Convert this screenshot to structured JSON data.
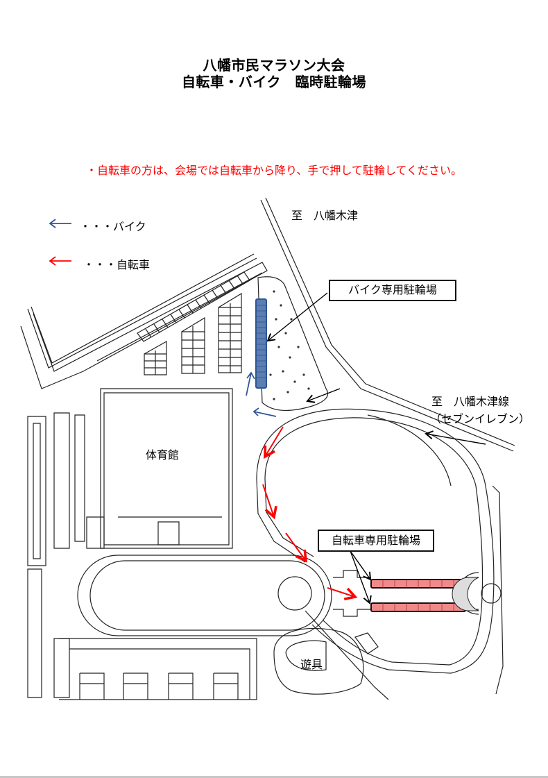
{
  "header": {
    "title_line1": "八幡市民マラソン大会",
    "title_line2": "自転車・バイク　臨時駐輪場"
  },
  "notice": "・自転車の方は、会場では自転車から降り、手で押して駐輪してください。",
  "legend": {
    "items": [
      {
        "label": "・・・バイク",
        "arrow_color": "#2f5597",
        "icon": "left-arrow-icon"
      },
      {
        "label": "・・・自転車",
        "arrow_color": "#ff0000",
        "icon": "left-arrow-icon"
      }
    ]
  },
  "map": {
    "labels": {
      "to_yawata_kizu": "至　八幡木津",
      "to_yawata_kizu_line": "至　八幡木津線",
      "seven_eleven": "（セブンイレブン）",
      "gymnasium": "体育館",
      "playground": "遊具"
    },
    "callouts": {
      "bike_parking": "バイク専用駐輪場",
      "bicycle_parking": "自転車専用駐輪場"
    },
    "colors": {
      "motorbike_route": "#2f5597",
      "bicycle_route": "#ff0000",
      "motorbike_area_fill": "#5b7fb0",
      "bicycle_area_fill": "#f08a8a"
    }
  }
}
